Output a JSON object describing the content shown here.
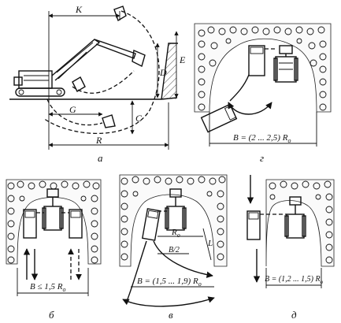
{
  "panels": {
    "a": {
      "caption": "а",
      "labels": {
        "K": "K",
        "E": "E",
        "D": "D",
        "G": "G",
        "C": "C",
        "R": "R"
      }
    },
    "g": {
      "caption": "г",
      "formula": "B = (2 ... 2,5) R",
      "formula_sub": "о"
    },
    "b": {
      "caption": "б",
      "formula": "B ≤ 1,5 R",
      "formula_sub": "о"
    },
    "v": {
      "caption": "в",
      "formula": "B = (1,5 ... 1,9) R",
      "formula_sub": "о",
      "label_R": "R",
      "label_R_sub": "о",
      "label_half": "B/2",
      "label_L": "L"
    },
    "d": {
      "caption": "д",
      "formula": "B = (1,2 ... 1,5) R",
      "formula_sub": "о"
    }
  },
  "colors": {
    "ink": "#111111",
    "paper": "#ffffff"
  }
}
